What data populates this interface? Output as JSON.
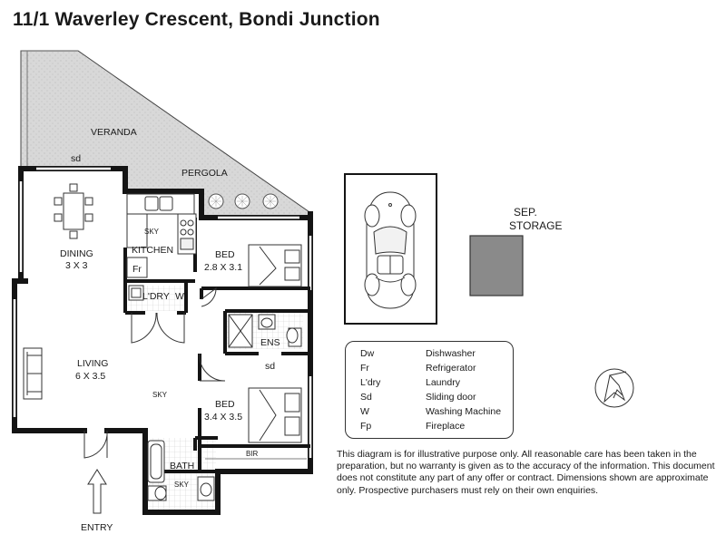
{
  "title": "11/1 Waverley Crescent, Bondi Junction",
  "rooms": {
    "veranda": "VERANDA",
    "pergola": "PERGOLA",
    "sd_top": "sd",
    "dining": "DINING",
    "dining_size": "3 X 3",
    "kitchen": "KITCHEN",
    "sky_kitchen": "SKY",
    "fr": "Fr",
    "laundry": "L'DRY",
    "w": "W",
    "bed1": "BED",
    "bed1_size": "2.8 X 3.1",
    "ens": "ENS",
    "sd_bed2": "sd",
    "living": "LIVING",
    "living_size": "6 X 3.5",
    "sky_living": "SKY",
    "bed2": "BED",
    "bed2_size": "3.4 X 3.5",
    "bir": "BIR",
    "bath": "BATH",
    "sky_bath": "SKY",
    "entry": "ENTRY"
  },
  "storage": {
    "label_line1": "SEP.",
    "label_line2": "STORAGE",
    "fill": "#8a8a8a"
  },
  "legend": [
    {
      "abbr": "Dw",
      "meaning": "Dishwasher"
    },
    {
      "abbr": "Fr",
      "meaning": "Refrigerator"
    },
    {
      "abbr": "L'dry",
      "meaning": "Laundry"
    },
    {
      "abbr": "Sd",
      "meaning": "Sliding door"
    },
    {
      "abbr": "W",
      "meaning": "Washing Machine"
    },
    {
      "abbr": "Fp",
      "meaning": "Fireplace"
    }
  ],
  "disclaimer": "This diagram is for illustrative purpose only. All reasonable care has been taken in the preparation, but no warranty is given as to the accuracy of the information. This document does not constitute any part of any offer or contract. Dimensions shown are approximate only. Prospective purchasers must rely on their own enquiries.",
  "icons": [
    "car-icon",
    "north-arrow-icon",
    "entry-arrow-icon"
  ],
  "colors": {
    "wall": "#141414",
    "veranda_fill": "#d6d6d6"
  }
}
